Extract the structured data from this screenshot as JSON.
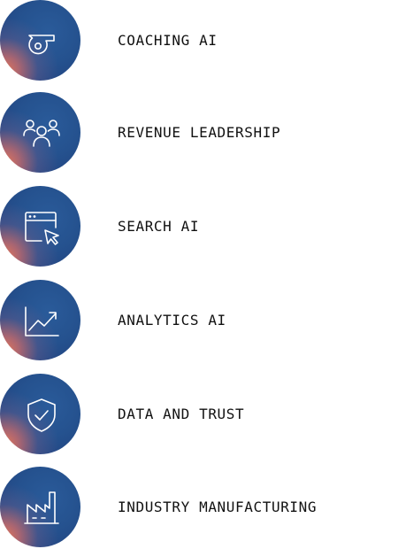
{
  "items": [
    {
      "label": "COACHING AI",
      "icon": "whistle-icon"
    },
    {
      "label": "REVENUE LEADERSHIP",
      "icon": "team-icon"
    },
    {
      "label": "SEARCH AI",
      "icon": "browser-cursor-icon"
    },
    {
      "label": "ANALYTICS AI",
      "icon": "trend-chart-icon"
    },
    {
      "label": "DATA AND TRUST",
      "icon": "shield-check-icon"
    },
    {
      "label": "INDUSTRY MANUFACTURING",
      "icon": "factory-icon"
    }
  ],
  "colors": {
    "circle_blue": "#25528f",
    "circle_orange": "#ee7a58",
    "icon_stroke": "#ffffff",
    "text": "#111111"
  }
}
